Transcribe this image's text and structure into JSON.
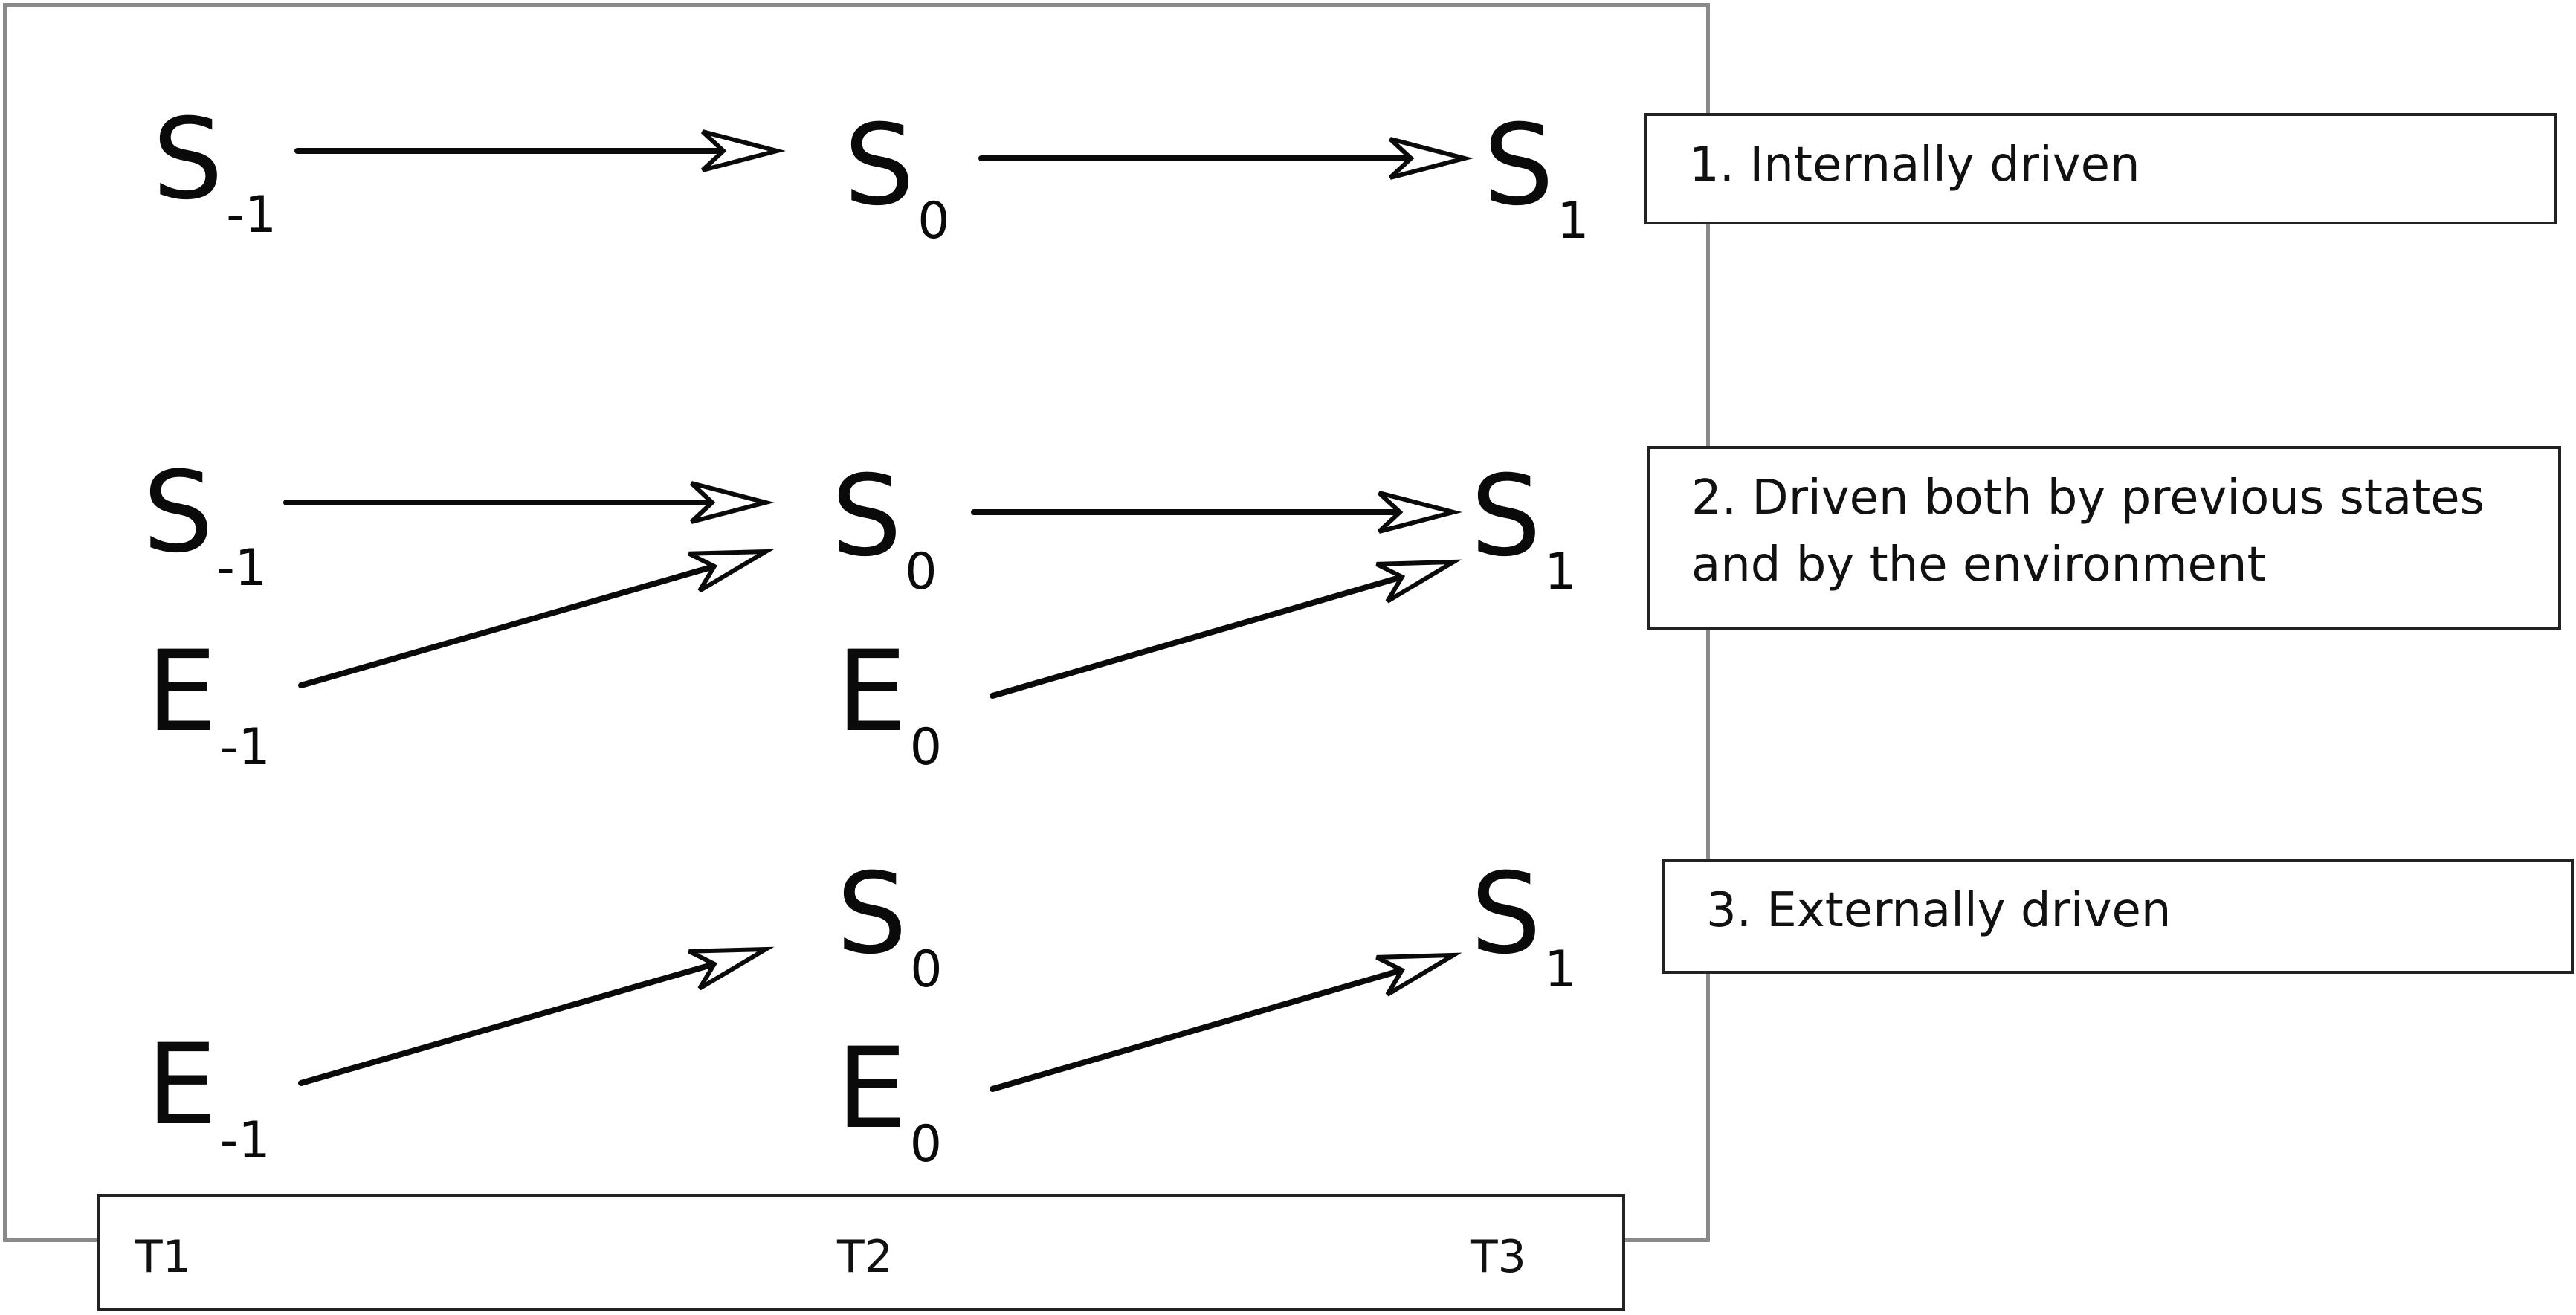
{
  "rows": [
    {
      "caption": "1. Internally driven",
      "t1": {
        "base": "S",
        "sub": "-1"
      },
      "t2": {
        "base": "S",
        "sub": "0"
      },
      "t3": {
        "base": "S",
        "sub": "1"
      }
    },
    {
      "caption": "2. Driven both by previous states and by the environment",
      "t1_state": {
        "base": "S",
        "sub": "-1"
      },
      "t1_env": {
        "base": "E",
        "sub": "-1"
      },
      "t2_state": {
        "base": "S",
        "sub": "0"
      },
      "t2_env": {
        "base": "E",
        "sub": "0"
      },
      "t3_state": {
        "base": "S",
        "sub": "1"
      }
    },
    {
      "caption": "3. Externally driven",
      "t1_env": {
        "base": "E",
        "sub": "-1"
      },
      "t2_state": {
        "base": "S",
        "sub": "0"
      },
      "t2_env": {
        "base": "E",
        "sub": "0"
      },
      "t3_state": {
        "base": "S",
        "sub": "1"
      }
    }
  ],
  "timepoints": [
    "T1",
    "T2",
    "T3"
  ]
}
